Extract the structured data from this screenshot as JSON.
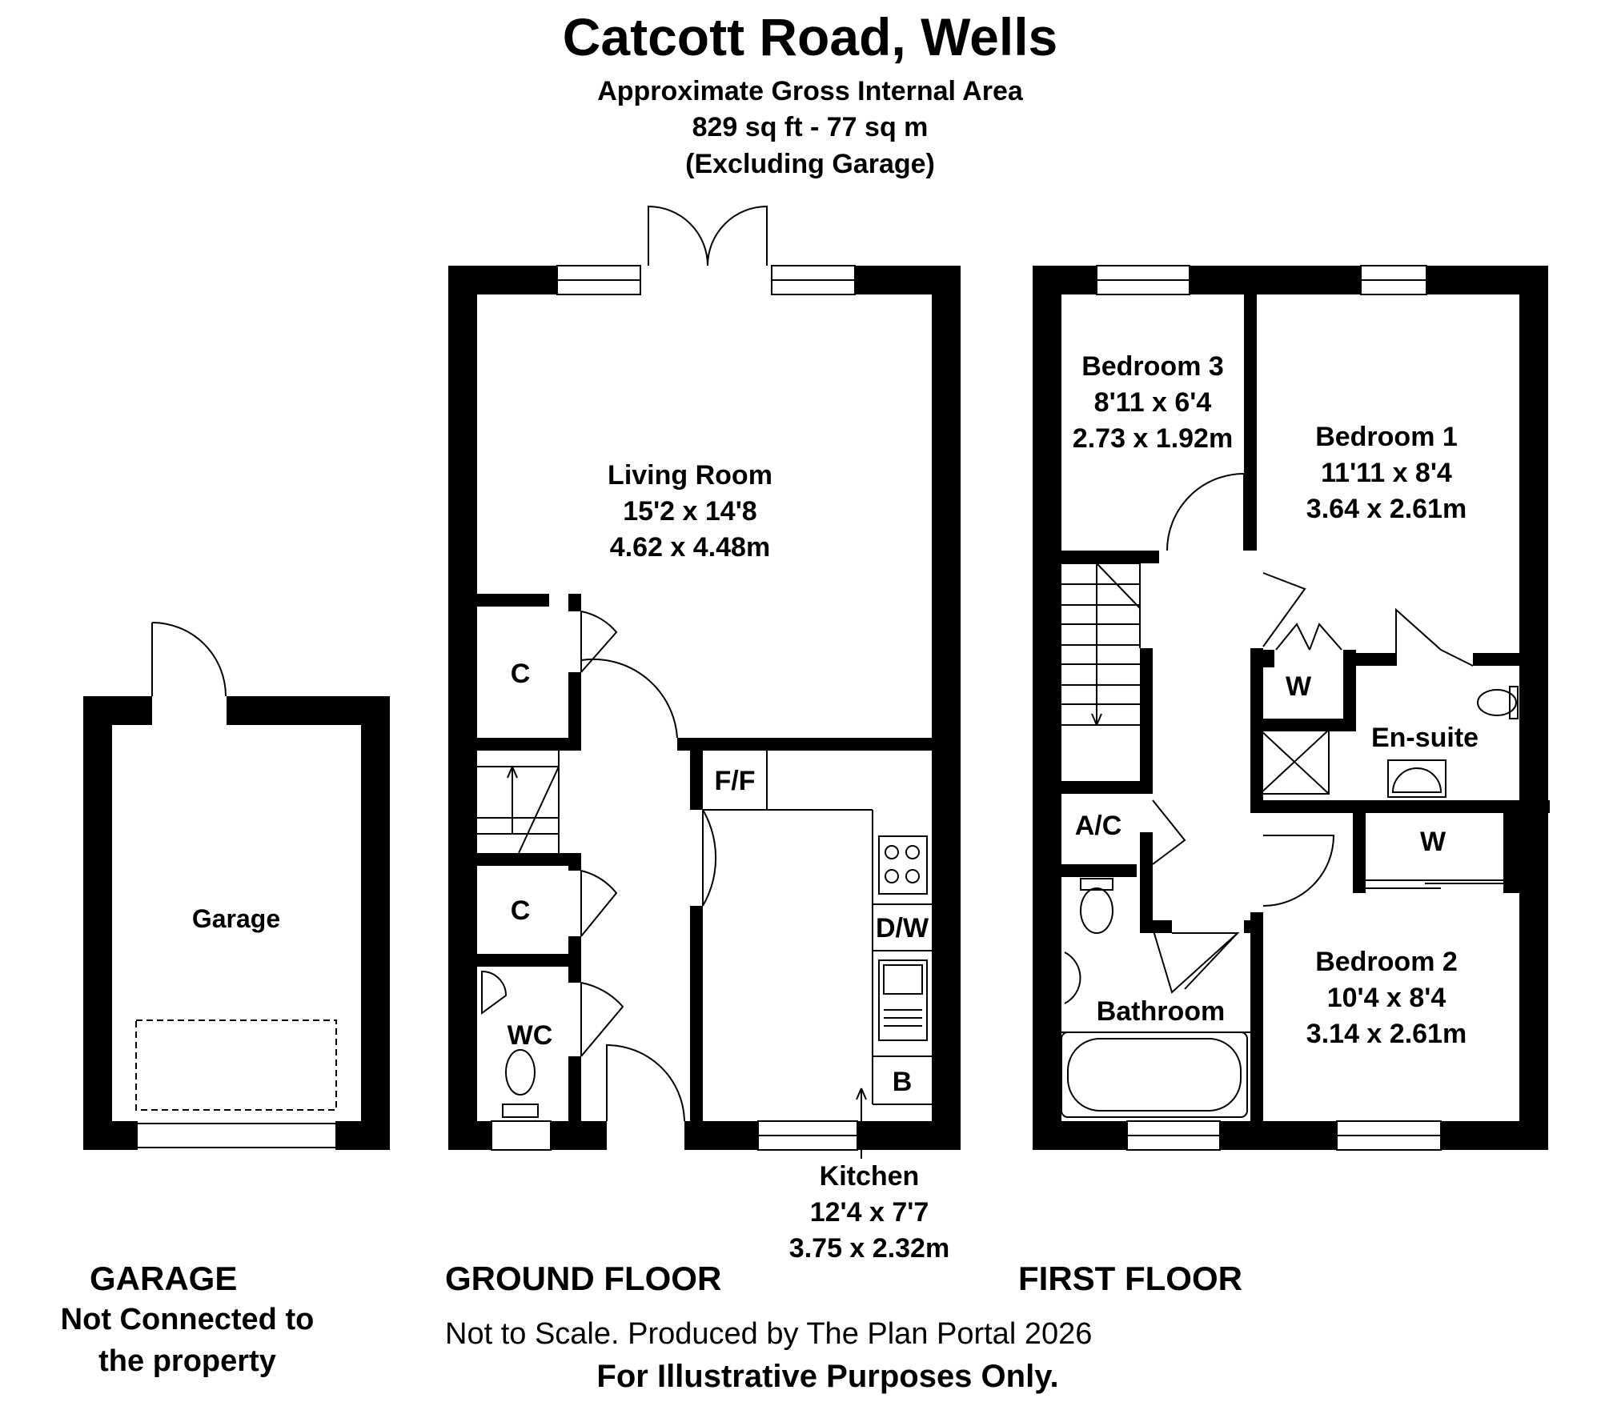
{
  "header": {
    "title": "Catcott Road, Wells",
    "subtitle": "Approximate Gross Internal Area",
    "area": "829 sq ft - 77 sq m",
    "note": "(Excluding Garage)"
  },
  "rooms": {
    "living": {
      "name": "Living Room",
      "imperial": "15'2 x 14'8",
      "metric": "4.62 x 4.48m"
    },
    "kitchen": {
      "name": "Kitchen",
      "imperial": "12'4 x 7'7",
      "metric": "3.75 x 2.32m"
    },
    "bedroom1": {
      "name": "Bedroom 1",
      "imperial": "11'11 x 8'4",
      "metric": "3.64 x 2.61m"
    },
    "bedroom2": {
      "name": "Bedroom 2",
      "imperial": "10'4 x 8'4",
      "metric": "3.14 x 2.61m"
    },
    "bedroom3": {
      "name": "Bedroom 3",
      "imperial": "8'11 x 6'4",
      "metric": "2.73 x 1.92m"
    },
    "garage": "Garage",
    "bathroom": "Bathroom",
    "ensuite": "En-suite",
    "wc": "WC",
    "cupboard": "C",
    "fridge_freezer": "F/F",
    "dishwasher": "D/W",
    "boiler": "B",
    "wardrobe": "W",
    "airing_cupboard": "A/C"
  },
  "sections": {
    "garage": "GARAGE",
    "garage_note_1": "Not Connected to",
    "garage_note_2": "the property",
    "ground": "GROUND FLOOR",
    "first": "FIRST FLOOR"
  },
  "footer": {
    "disclaimer": "Not to Scale. Produced by The Plan Portal 2026",
    "purpose": "For Illustrative Purposes Only."
  }
}
